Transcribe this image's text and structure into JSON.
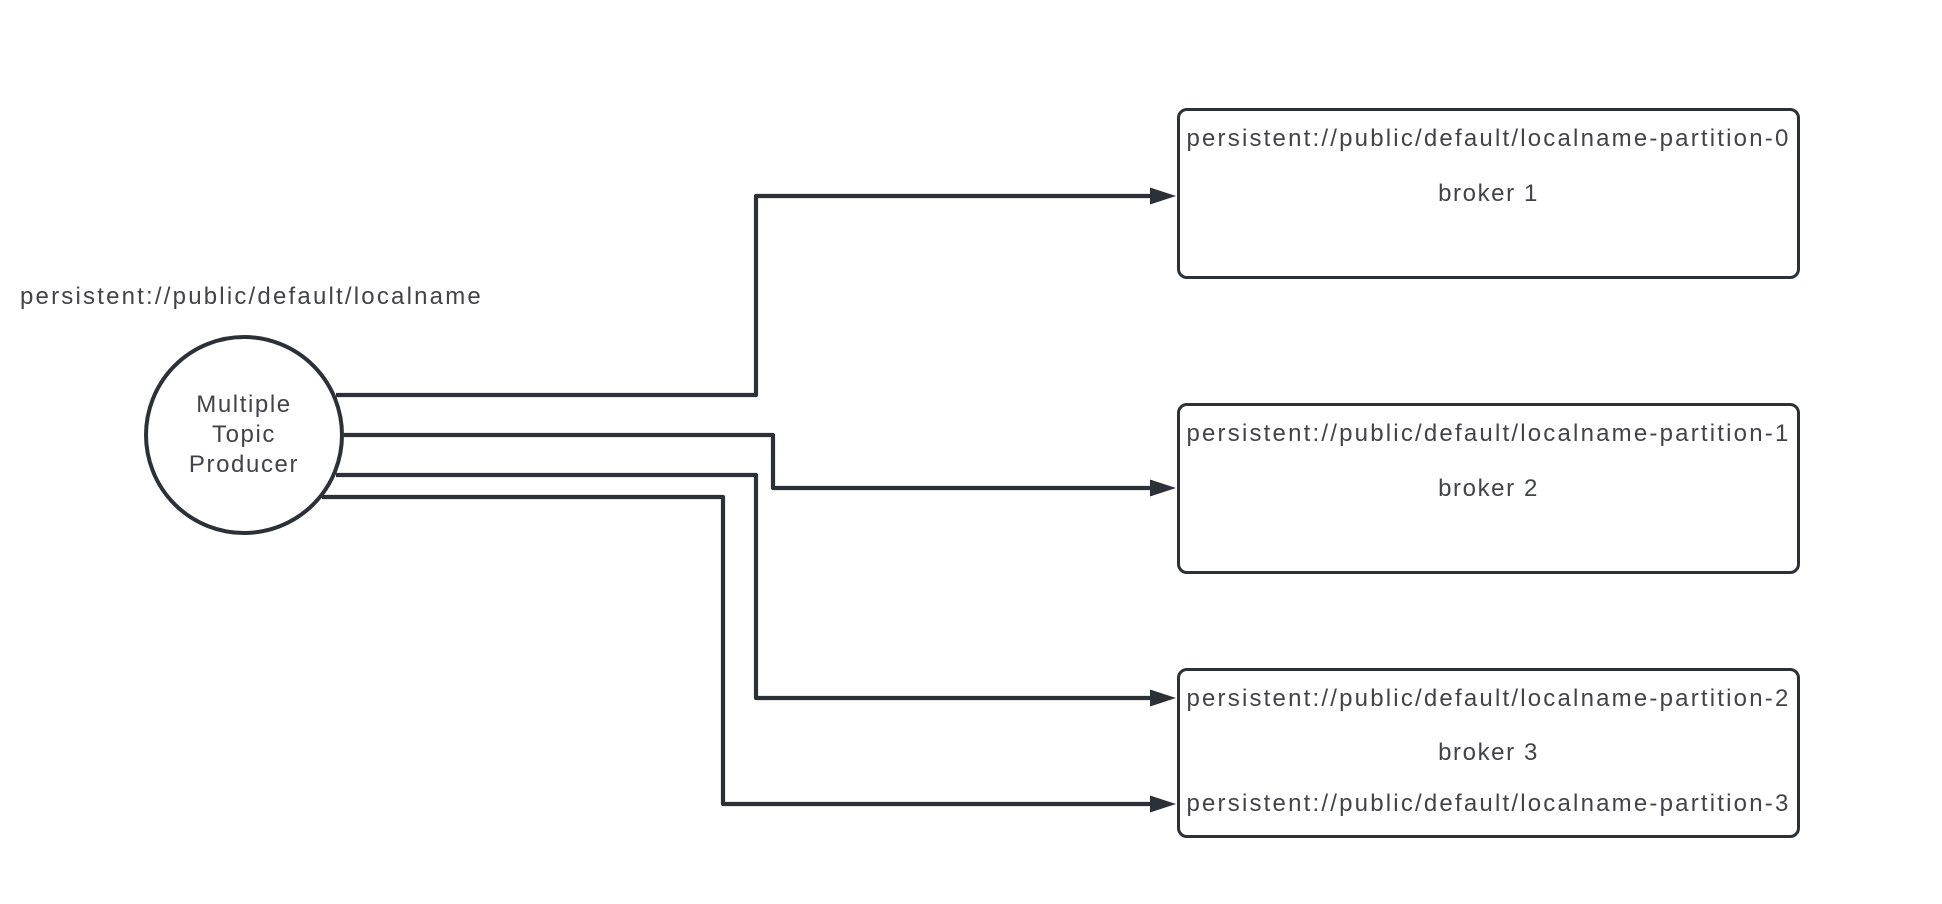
{
  "diagram": {
    "topic_label": "persistent://public/default/localname",
    "producer": {
      "lines": [
        "Multiple",
        "Topic",
        "Producer"
      ]
    },
    "boxes": [
      {
        "topics": [
          "persistent://public/default/localname-partition-0"
        ],
        "broker": "broker 1"
      },
      {
        "topics": [
          "persistent://public/default/localname-partition-1"
        ],
        "broker": "broker 2"
      },
      {
        "topics": [
          "persistent://public/default/localname-partition-2",
          "persistent://public/default/localname-partition-3"
        ],
        "broker": "broker 3"
      }
    ],
    "colors": {
      "stroke": "#2b3137",
      "text": "#404347",
      "background": "#ffffff"
    }
  }
}
